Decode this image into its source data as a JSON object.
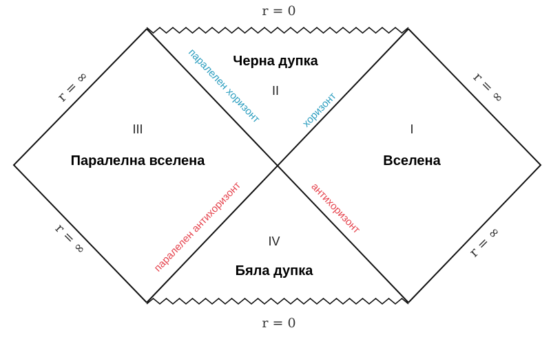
{
  "colors": {
    "horizon": "#2a9dbf",
    "antihorizon": "#e5434d",
    "line": "#111111"
  },
  "boundaries": {
    "top": "r = 0",
    "bottom": "r = 0",
    "top_left": "r = ∞",
    "top_right": "r = ∞",
    "bottom_left": "r = ∞",
    "bottom_right": "r = ∞"
  },
  "regions": {
    "I": {
      "numeral": "I",
      "name": "Вселена"
    },
    "II": {
      "numeral": "II",
      "name": "Черна дупка"
    },
    "III": {
      "numeral": "III",
      "name": "Паралелна вселена"
    },
    "IV": {
      "numeral": "IV",
      "name": "Бяла дупка"
    }
  },
  "lines": {
    "parallel_horizon": "паралелен хоризонт",
    "horizon": "хоризонт",
    "antihorizon": "антихоризонт",
    "parallel_antihorizon": "паралелен антихоризонт"
  }
}
